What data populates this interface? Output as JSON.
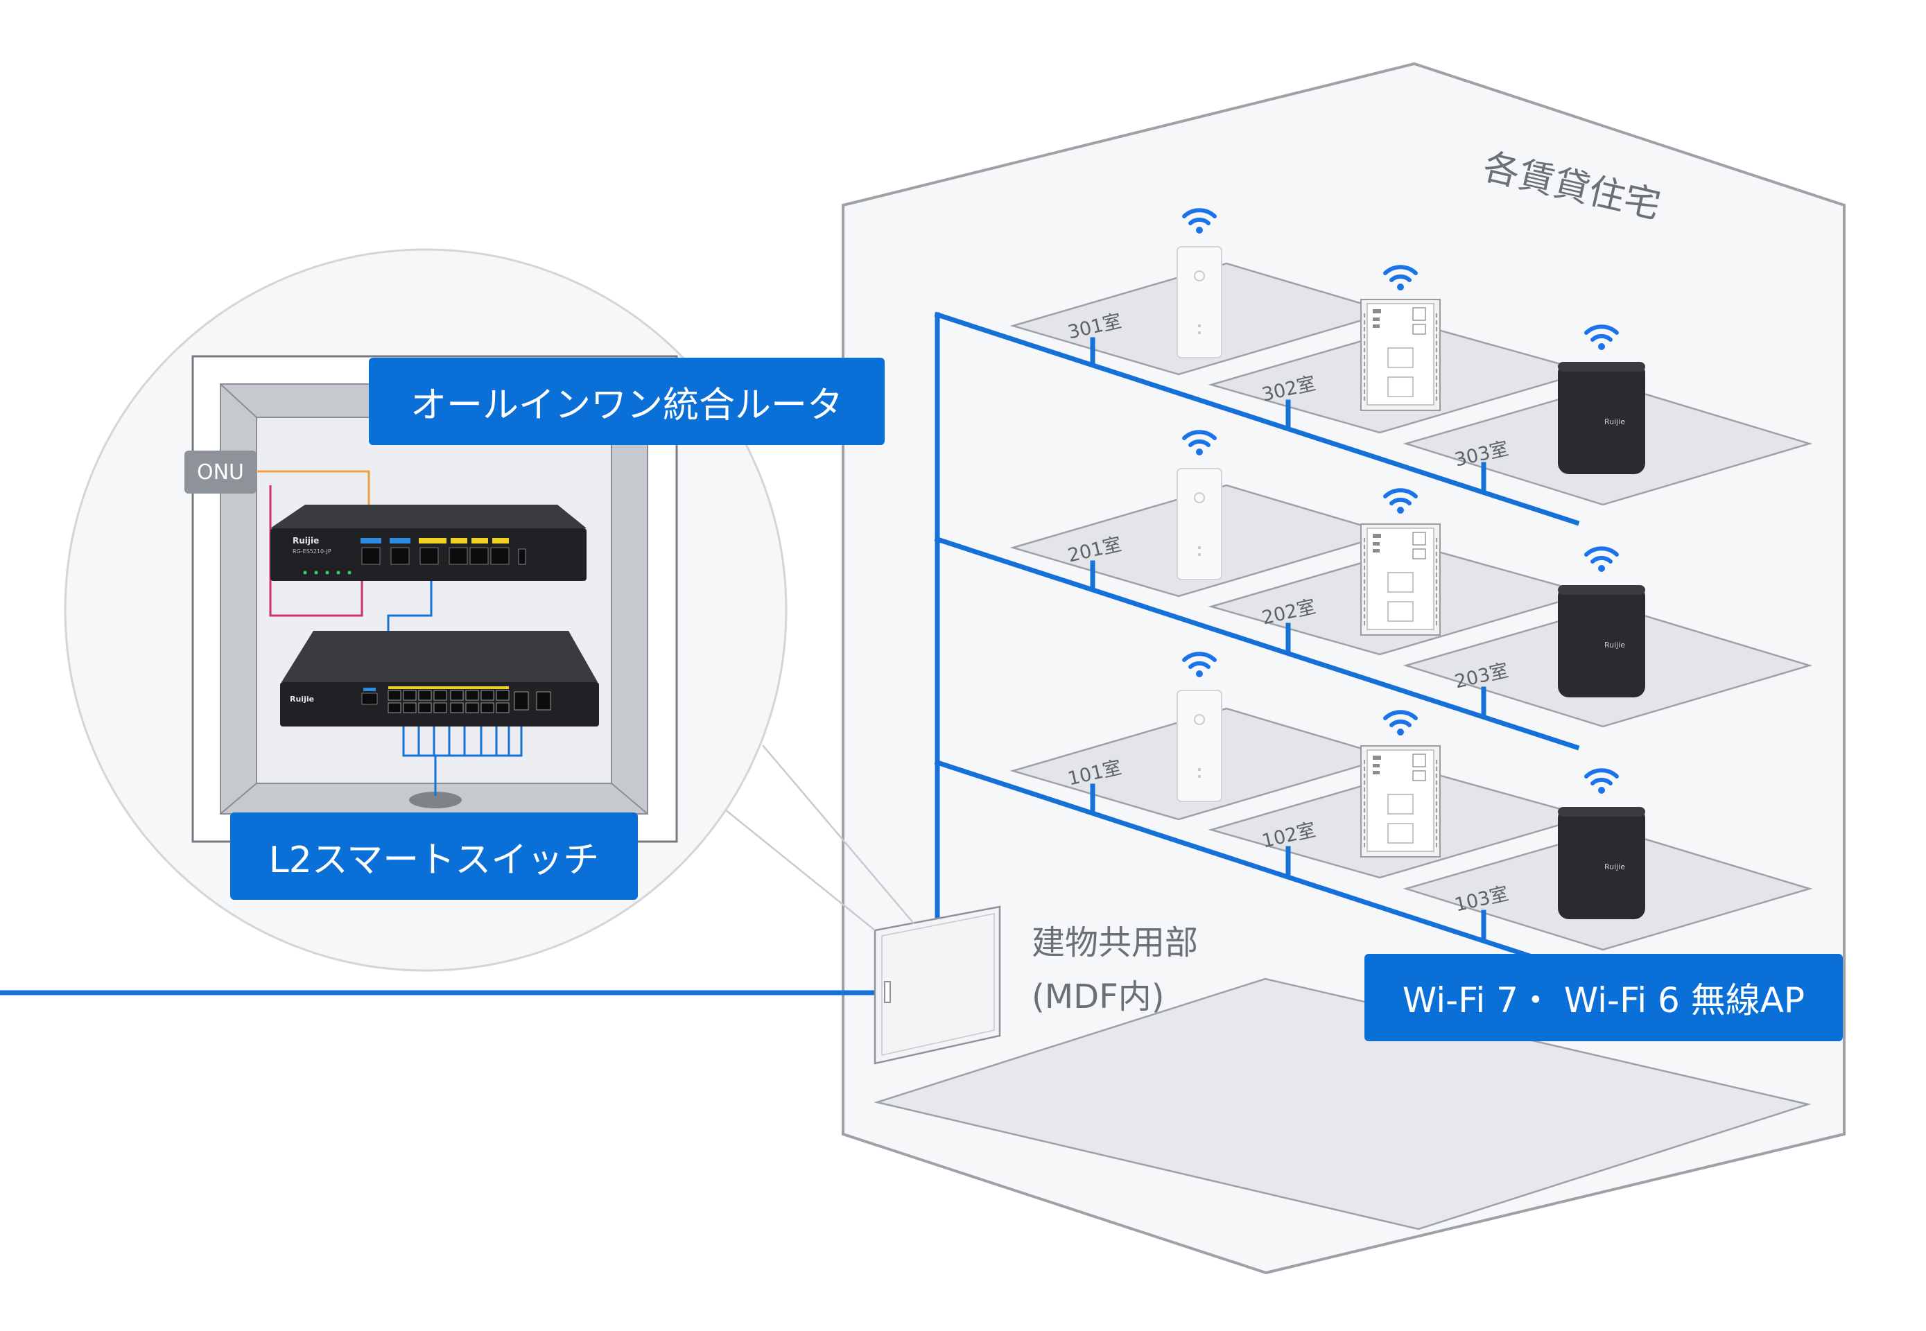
{
  "labels": {
    "router": "オールインワン統合ルータ",
    "switch": "L2スマートスイッチ",
    "onu": "ONU",
    "building": "各賃貸住宅",
    "mdf_line1": "建物共用部",
    "mdf_line2": "(MDF内)",
    "ap": "Wi-Fi 7・ Wi-Fi 6 無線AP"
  },
  "rooms": [
    "301室",
    "302室",
    "303室",
    "201室",
    "202室",
    "203室",
    "101室",
    "102室",
    "103室"
  ],
  "device_text": {
    "brand": "Ruijie",
    "router_model": "RG-ES5210-JP"
  },
  "colors": {
    "accent": "#0a6fd6",
    "cable_blue": "#1570d8",
    "cable_orange": "#f0a040",
    "cable_red": "#d0306a",
    "building_outline": "#9ea2a8",
    "floor_fill": "#e3e5e8",
    "wifi": "#1a73e8"
  },
  "icons": [
    "wifi-icon",
    "wall-ap-icon",
    "panel-ap-icon",
    "desk-ap-icon"
  ]
}
